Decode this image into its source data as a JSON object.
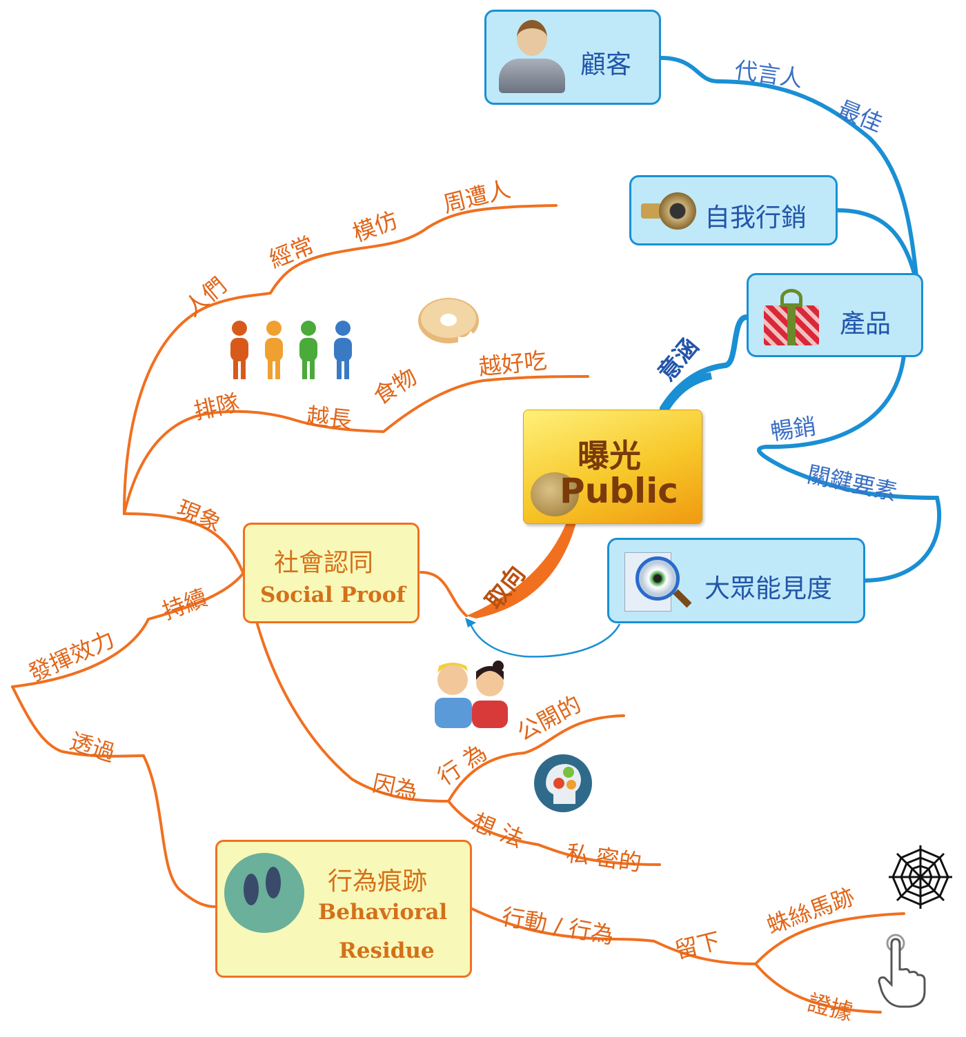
{
  "center": {
    "title": "曝光",
    "subtitle": "Public"
  },
  "blue_nodes": {
    "customer": "顧客",
    "self_marketing": "自我行銷",
    "product": "產品",
    "visibility": "大眾能見度"
  },
  "yellow_nodes": {
    "social_proof": {
      "title": "社會認同",
      "subtitle": "Social Proof"
    },
    "behavioral_residue": {
      "title": "行為痕跡",
      "subtitle_line1": "Behavioral",
      "subtitle_line2": "Residue"
    }
  },
  "connectors": {
    "meaning": "意涵",
    "orientation": "取向"
  },
  "blue_labels": {
    "spokesperson": "代言人",
    "best": "最佳",
    "bestselling": "暢銷",
    "key_factor": "關鍵要素"
  },
  "orange_labels": {
    "people": "人們",
    "often": "經常",
    "imitate": "模仿",
    "surrounding": "周遭人",
    "queue": "排隊",
    "longer": "越長",
    "food": "食物",
    "tastier": "越好吃",
    "phenomenon": "現象",
    "sustain": "持續",
    "effective": "發揮效力",
    "through": "透過",
    "because": "因為",
    "behavior": "行 為",
    "public": "公開的",
    "thought": "想 法",
    "private": "私 密的",
    "action": "行動 / 行為",
    "leave": "留下",
    "traces": "蛛絲馬跡",
    "evidence": "證據"
  },
  "colors": {
    "orange": "#f07020",
    "blue": "#1a8fd4",
    "node_blue_fill": "#bfe9f8",
    "node_yellow_fill": "#f8f8b8"
  }
}
